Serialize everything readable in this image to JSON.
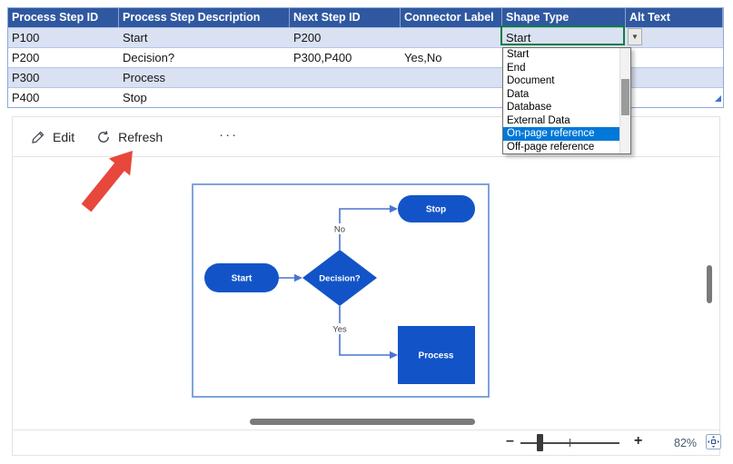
{
  "table": {
    "headers": [
      "Process Step ID",
      "Process Step Description",
      "Next Step ID",
      "Connector Label",
      "Shape Type",
      "Alt Text"
    ],
    "rows": [
      [
        "P100",
        "Start",
        "P200",
        "",
        "Start",
        ""
      ],
      [
        "P200",
        "Decision?",
        "P300,P400",
        "Yes,No",
        "",
        ""
      ],
      [
        "P300",
        "Process",
        "",
        "",
        "",
        ""
      ],
      [
        "P400",
        "Stop",
        "",
        "",
        "",
        ""
      ]
    ]
  },
  "shape_type_cell": {
    "selected_value": "Start",
    "dropdown_arrow": "▼"
  },
  "dropdown": {
    "items": [
      "Start",
      "End",
      "Document",
      "Data",
      "Database",
      "External Data",
      "On-page reference",
      "Off-page reference"
    ],
    "highlighted_index": 6,
    "highlighted_item": "On-page reference"
  },
  "toolbar": {
    "edit": "Edit",
    "refresh": "Refresh",
    "more": "···"
  },
  "diagram": {
    "nodes": {
      "start": {
        "label": "Start",
        "shape": "terminator"
      },
      "decision": {
        "label": "Decision?",
        "shape": "decision"
      },
      "stop": {
        "label": "Stop",
        "shape": "terminator"
      },
      "process": {
        "label": "Process",
        "shape": "process"
      }
    },
    "edge_labels": {
      "no": "No",
      "yes": "Yes"
    }
  },
  "statusbar": {
    "zoom_out": "–",
    "zoom_in": "+",
    "zoom_level": "82%"
  },
  "colors": {
    "table_header_bg": "#2F58A0",
    "table_band": "#D9E1F2",
    "table_border": "#8EA9DB",
    "selected_cell_border": "#107C41",
    "dropdown_selection": "#0078D7",
    "shape_fill": "#1254C8",
    "connector": "#4A74D0",
    "page_border": "#7FA3DC",
    "annotation_arrow": "#E8473C"
  }
}
